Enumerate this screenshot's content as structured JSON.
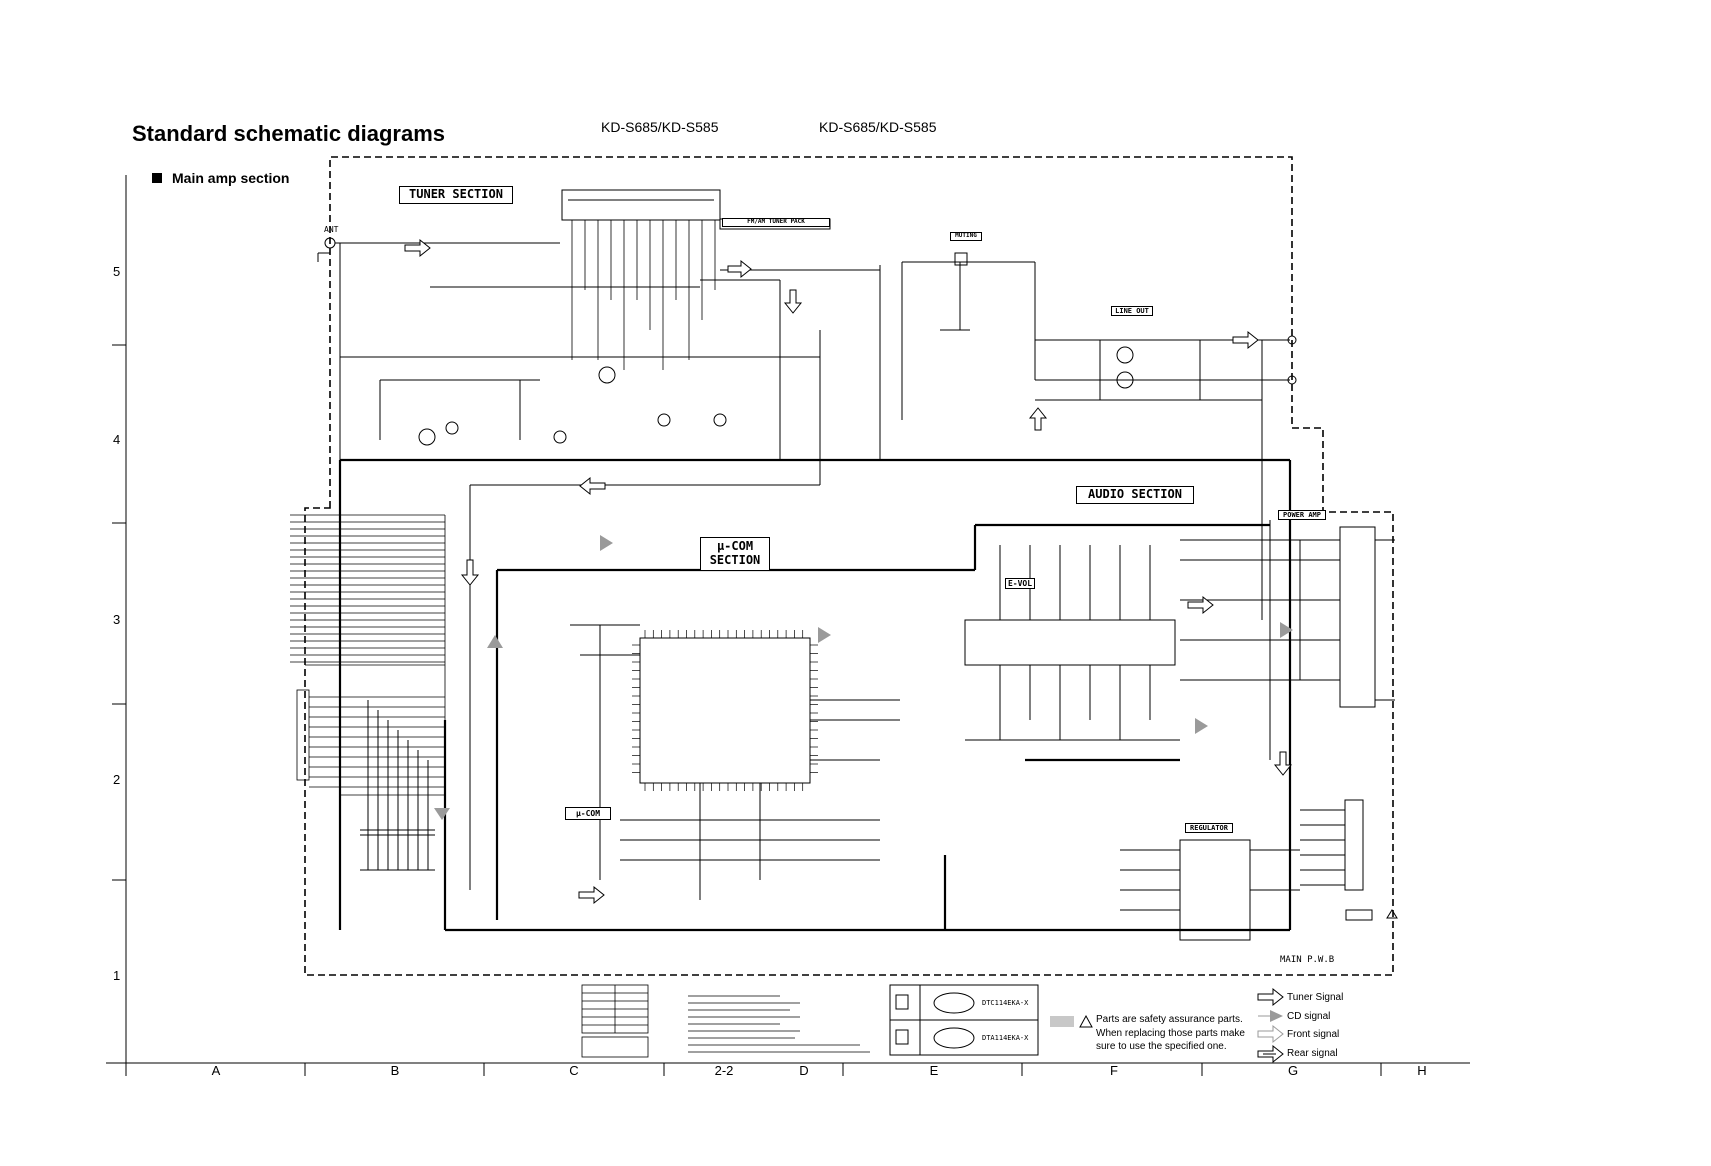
{
  "page": {
    "title": "Standard schematic diagrams",
    "models": [
      "KD-S685/KD-S585",
      "KD-S685/KD-S585"
    ],
    "subtitle": "Main amp section"
  },
  "sections": {
    "tuner": "TUNER SECTION",
    "ucom_1": "μ-COM",
    "ucom_2": "SECTION",
    "audio": "AUDIO SECTION",
    "ucom_small": "μ-COM",
    "line_out": "LINE OUT",
    "muting": "MUTING",
    "power_amp": "POWER AMP",
    "regulator": "REGULATOR",
    "e_vol": "E-VOL",
    "tuner_pack": "FM/AM TUNER PACK"
  },
  "labels": {
    "ant": "ANT",
    "main_board": "MAIN P.W.B",
    "page_ref": "2-2"
  },
  "grid": {
    "rows": [
      "5",
      "4",
      "3",
      "2",
      "1"
    ],
    "columns": [
      "A",
      "B",
      "C",
      "D",
      "E",
      "F",
      "G",
      "H"
    ]
  },
  "legend": {
    "tuner": "Tuner Signal",
    "cd": "CD signal",
    "front": "Front signal",
    "rear": "Rear signal"
  },
  "safety_note": {
    "line1": "Parts are safety assurance parts.",
    "line2": "When replacing those parts make",
    "line3": "sure to use the specified one."
  },
  "transistor_key": {
    "part1": "DTC114EKA-X",
    "part2": "DTA114EKA-X"
  },
  "colors": {
    "ink": "#000000",
    "paper": "#ffffff",
    "shade": "#c8c8c8",
    "signal_gray": "#9a9a9a"
  }
}
